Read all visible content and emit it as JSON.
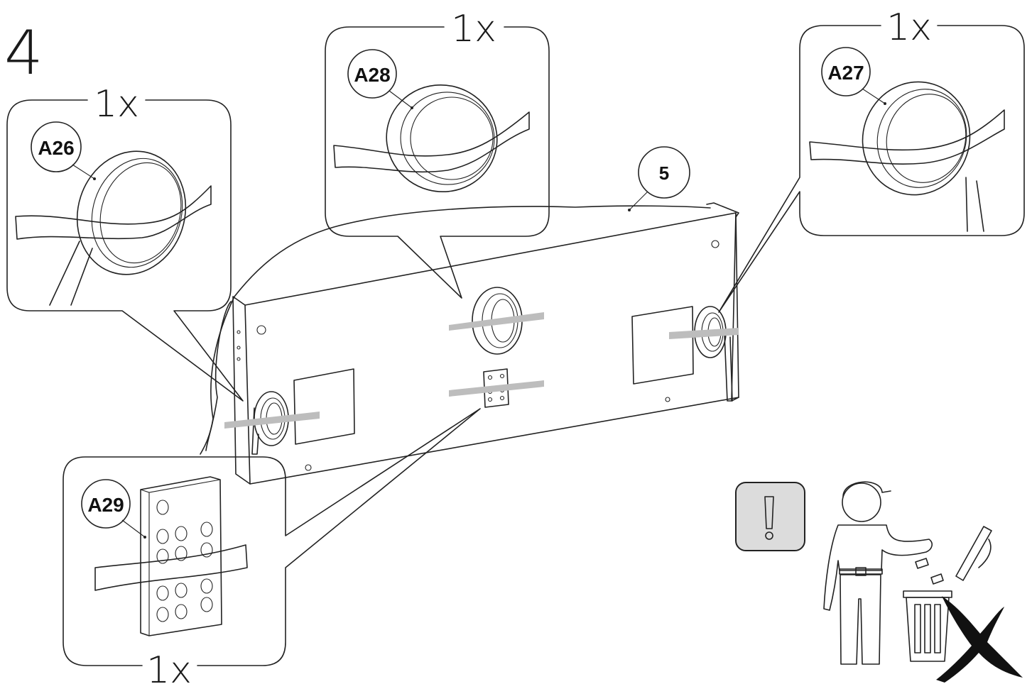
{
  "step": {
    "number": "4"
  },
  "panel": {
    "part_number": "5"
  },
  "callouts": [
    {
      "id": "A26",
      "quantity": "1x",
      "kind": "tape-roll"
    },
    {
      "id": "A28",
      "quantity": "1x",
      "kind": "tape-roll"
    },
    {
      "id": "A27",
      "quantity": "1x",
      "kind": "tape-roll"
    },
    {
      "id": "A29",
      "quantity": "1x",
      "kind": "felt-pad-sheet"
    }
  ],
  "notice": {
    "warning_icon": "exclamation-icon",
    "disposal_icon": "person-discarding-waste-icon",
    "prohibition_icon": "cross-mark-icon"
  },
  "colors": {
    "line": "#222222",
    "tape": "#bdbdbd",
    "warning_box": "#dcdcdc"
  }
}
